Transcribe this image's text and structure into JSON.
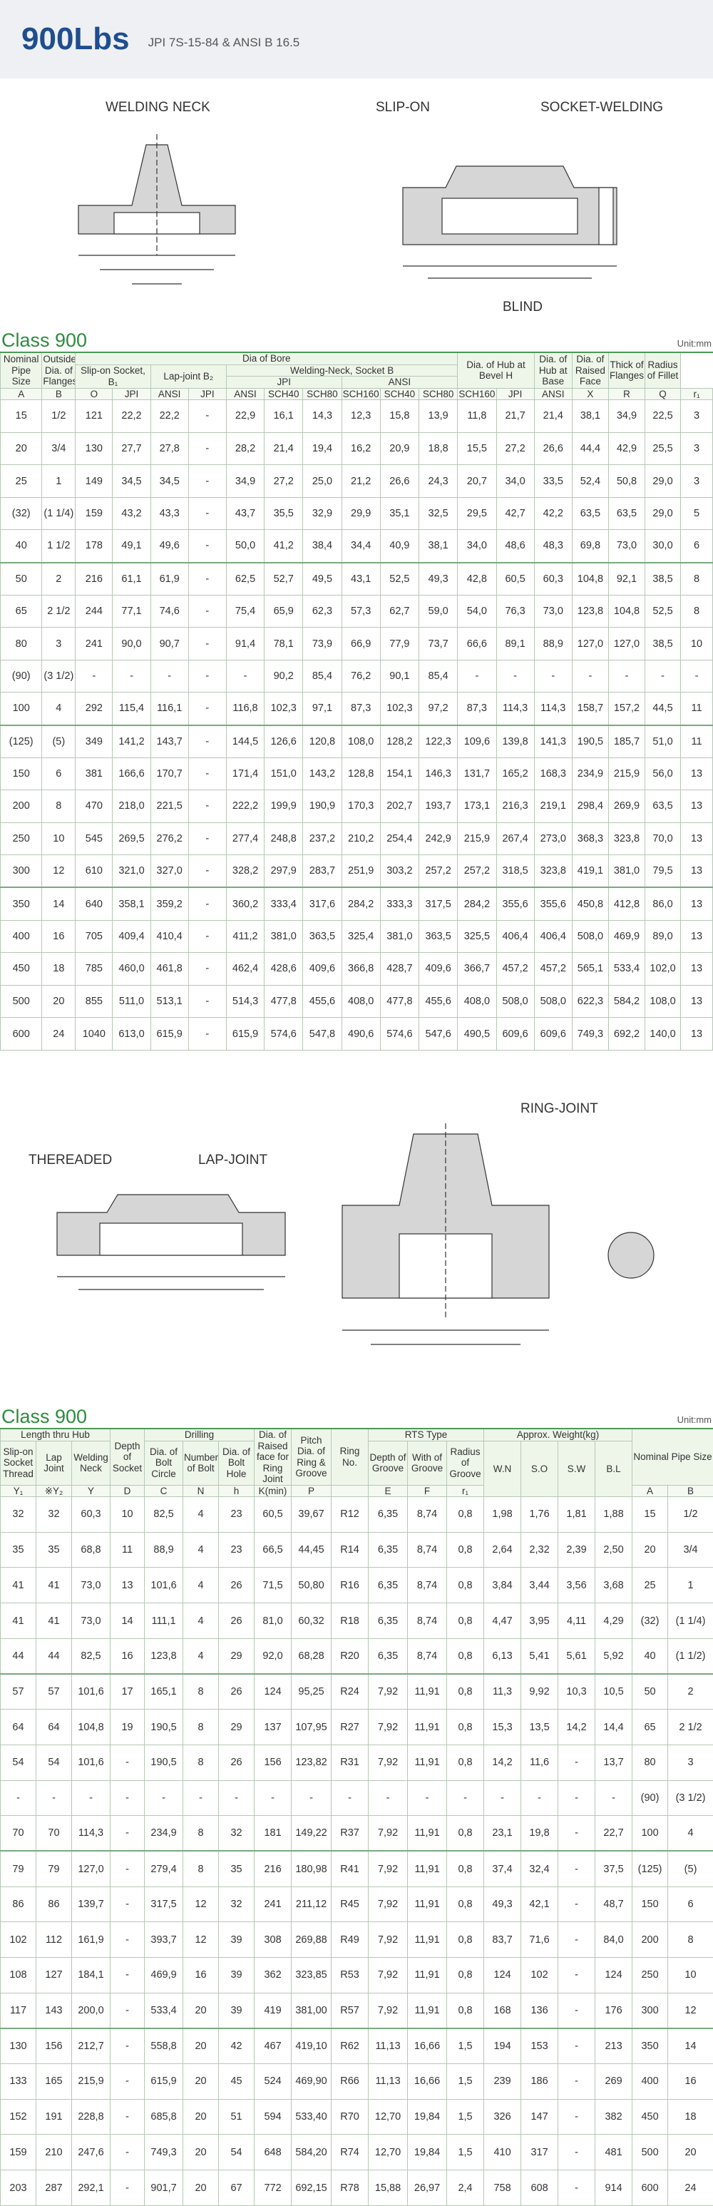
{
  "header": {
    "title": "900Lbs",
    "subtitle": "JPI 7S-15-84 & ANSI B 16.5"
  },
  "diagram1": {
    "welding_neck": "WELDING NECK",
    "slip_on": "SLIP-ON",
    "socket_welding": "SOCKET-WELDING",
    "blind": "BLIND"
  },
  "diagram2": {
    "threaded": "THEREADED",
    "lap_joint": "LAP-JOINT",
    "ring_joint": "RING-JOINT"
  },
  "table1": {
    "title": "Class 900",
    "unit": "Unit:mm",
    "h": {
      "nps": "Nominal Pipe Size",
      "od": "Outside Dia. of Flanges",
      "bore": "Dia of Bore",
      "slip": "Slip-on Socket, B₁",
      "lap": "Lap-joint B₂",
      "wn": "Welding-Neck, Socket B",
      "jpi": "JPI",
      "ansi": "ANSI",
      "sch40": "SCH40",
      "sch80": "SCH80",
      "sch160": "SCH160",
      "hubbevel": "Dia. of Hub at Bevel H",
      "hubbase": "Dia. of Hub at Base",
      "raised": "Dia. of Raised Face",
      "thick": "Thick of Flanges",
      "fillet": "Radius of Fillet"
    },
    "sym": [
      "A",
      "B",
      "O",
      "JPI",
      "ANSI",
      "JPI",
      "ANSI",
      "SCH40",
      "SCH80",
      "SCH160",
      "SCH40",
      "SCH80",
      "SCH160",
      "JPI",
      "ANSI",
      "X",
      "R",
      "Q",
      "r₁"
    ],
    "rows": [
      [
        "15",
        "1/2",
        "121",
        "22,2",
        "22,2",
        "-",
        "22,9",
        "16,1",
        "14,3",
        "12,3",
        "15,8",
        "13,9",
        "11,8",
        "21,7",
        "21,4",
        "38,1",
        "34,9",
        "22,5",
        "3"
      ],
      [
        "20",
        "3/4",
        "130",
        "27,7",
        "27,8",
        "-",
        "28,2",
        "21,4",
        "19,4",
        "16,2",
        "20,9",
        "18,8",
        "15,5",
        "27,2",
        "26,6",
        "44,4",
        "42,9",
        "25,5",
        "3"
      ],
      [
        "25",
        "1",
        "149",
        "34,5",
        "34,5",
        "-",
        "34,9",
        "27,2",
        "25,0",
        "21,2",
        "26,6",
        "24,3",
        "20,7",
        "34,0",
        "33,5",
        "52,4",
        "50,8",
        "29,0",
        "3"
      ],
      [
        "(32)",
        "(1 1/4)",
        "159",
        "43,2",
        "43,3",
        "-",
        "43,7",
        "35,5",
        "32,9",
        "29,9",
        "35,1",
        "32,5",
        "29,5",
        "42,7",
        "42,2",
        "63,5",
        "63,5",
        "29,0",
        "5"
      ],
      [
        "40",
        "1 1/2",
        "178",
        "49,1",
        "49,6",
        "-",
        "50,0",
        "41,2",
        "38,4",
        "34,4",
        "40,9",
        "38,1",
        "34,0",
        "48,6",
        "48,3",
        "69,8",
        "73,0",
        "30,0",
        "6"
      ],
      [
        "50",
        "2",
        "216",
        "61,1",
        "61,9",
        "-",
        "62,5",
        "52,7",
        "49,5",
        "43,1",
        "52,5",
        "49,3",
        "42,8",
        "60,5",
        "60,3",
        "104,8",
        "92,1",
        "38,5",
        "8"
      ],
      [
        "65",
        "2 1/2",
        "244",
        "77,1",
        "74,6",
        "-",
        "75,4",
        "65,9",
        "62,3",
        "57,3",
        "62,7",
        "59,0",
        "54,0",
        "76,3",
        "73,0",
        "123,8",
        "104,8",
        "52,5",
        "8"
      ],
      [
        "80",
        "3",
        "241",
        "90,0",
        "90,7",
        "-",
        "91,4",
        "78,1",
        "73,9",
        "66,9",
        "77,9",
        "73,7",
        "66,6",
        "89,1",
        "88,9",
        "127,0",
        "127,0",
        "38,5",
        "10"
      ],
      [
        "(90)",
        "(3 1/2)",
        "-",
        "-",
        "-",
        "-",
        "-",
        "90,2",
        "85,4",
        "76,2",
        "90,1",
        "85,4",
        "-",
        "-",
        "-",
        "-",
        "-",
        "-",
        "-"
      ],
      [
        "100",
        "4",
        "292",
        "115,4",
        "116,1",
        "-",
        "116,8",
        "102,3",
        "97,1",
        "87,3",
        "102,3",
        "97,2",
        "87,3",
        "114,3",
        "114,3",
        "158,7",
        "157,2",
        "44,5",
        "11"
      ],
      [
        "(125)",
        "(5)",
        "349",
        "141,2",
        "143,7",
        "-",
        "144,5",
        "126,6",
        "120,8",
        "108,0",
        "128,2",
        "122,3",
        "109,6",
        "139,8",
        "141,3",
        "190,5",
        "185,7",
        "51,0",
        "11"
      ],
      [
        "150",
        "6",
        "381",
        "166,6",
        "170,7",
        "-",
        "171,4",
        "151,0",
        "143,2",
        "128,8",
        "154,1",
        "146,3",
        "131,7",
        "165,2",
        "168,3",
        "234,9",
        "215,9",
        "56,0",
        "13"
      ],
      [
        "200",
        "8",
        "470",
        "218,0",
        "221,5",
        "-",
        "222,2",
        "199,9",
        "190,9",
        "170,3",
        "202,7",
        "193,7",
        "173,1",
        "216,3",
        "219,1",
        "298,4",
        "269,9",
        "63,5",
        "13"
      ],
      [
        "250",
        "10",
        "545",
        "269,5",
        "276,2",
        "-",
        "277,4",
        "248,8",
        "237,2",
        "210,2",
        "254,4",
        "242,9",
        "215,9",
        "267,4",
        "273,0",
        "368,3",
        "323,8",
        "70,0",
        "13"
      ],
      [
        "300",
        "12",
        "610",
        "321,0",
        "327,0",
        "-",
        "328,2",
        "297,9",
        "283,7",
        "251,9",
        "303,2",
        "257,2",
        "257,2",
        "318,5",
        "323,8",
        "419,1",
        "381,0",
        "79,5",
        "13"
      ],
      [
        "350",
        "14",
        "640",
        "358,1",
        "359,2",
        "-",
        "360,2",
        "333,4",
        "317,6",
        "284,2",
        "333,3",
        "317,5",
        "284,2",
        "355,6",
        "355,6",
        "450,8",
        "412,8",
        "86,0",
        "13"
      ],
      [
        "400",
        "16",
        "705",
        "409,4",
        "410,4",
        "-",
        "411,2",
        "381,0",
        "363,5",
        "325,4",
        "381,0",
        "363,5",
        "325,5",
        "406,4",
        "406,4",
        "508,0",
        "469,9",
        "89,0",
        "13"
      ],
      [
        "450",
        "18",
        "785",
        "460,0",
        "461,8",
        "-",
        "462,4",
        "428,6",
        "409,6",
        "366,8",
        "428,7",
        "409,6",
        "366,7",
        "457,2",
        "457,2",
        "565,1",
        "533,4",
        "102,0",
        "13"
      ],
      [
        "500",
        "20",
        "855",
        "511,0",
        "513,1",
        "-",
        "514,3",
        "477,8",
        "455,6",
        "408,0",
        "477,8",
        "455,6",
        "408,0",
        "508,0",
        "508,0",
        "622,3",
        "584,2",
        "108,0",
        "13"
      ],
      [
        "600",
        "24",
        "1040",
        "613,0",
        "615,9",
        "-",
        "615,9",
        "574,6",
        "547,8",
        "490,6",
        "574,6",
        "547,6",
        "490,5",
        "609,6",
        "609,6",
        "749,3",
        "692,2",
        "140,0",
        "13"
      ]
    ]
  },
  "table2": {
    "title": "Class 900",
    "unit": "Unit:mm",
    "h": {
      "len": "Length thru Hub",
      "sos": "Slip-on Socket Thread",
      "lap": "Lap Joint",
      "wn": "Welding Neck",
      "depth": "Depth of Socket",
      "drill": "Drilling",
      "bc": "Dia. of Bolt Circle",
      "nb": "Number of Bolt",
      "bh": "Dia. of Bolt Hole",
      "rf": "Dia. of Raised face for Ring Joint",
      "pitch": "Pitch Dia. of Ring & Groove",
      "ring": "Ring No.",
      "rts": "RTS Type",
      "dg": "Depth of Groove",
      "wg": "With of Groove",
      "rg": "Radius of Groove",
      "wt": "Approx. Weight(kg)",
      "wnc": "W.N",
      "so": "S.O",
      "sw": "S.W",
      "bl": "B.L",
      "nps": "Nominal Pipe Size"
    },
    "sym": [
      "Y₁",
      "※Y₂",
      "Y",
      "D",
      "C",
      "N",
      "h",
      "K(min)",
      "P",
      "",
      "E",
      "F",
      "r₁",
      "",
      "",
      "",
      "",
      "A",
      "B"
    ],
    "rows": [
      [
        "32",
        "32",
        "60,3",
        "10",
        "82,5",
        "4",
        "23",
        "60,5",
        "39,67",
        "R12",
        "6,35",
        "8,74",
        "0,8",
        "1,98",
        "1,76",
        "1,81",
        "1,88",
        "15",
        "1/2"
      ],
      [
        "35",
        "35",
        "68,8",
        "11",
        "88,9",
        "4",
        "23",
        "66,5",
        "44,45",
        "R14",
        "6,35",
        "8,74",
        "0,8",
        "2,64",
        "2,32",
        "2,39",
        "2,50",
        "20",
        "3/4"
      ],
      [
        "41",
        "41",
        "73,0",
        "13",
        "101,6",
        "4",
        "26",
        "71,5",
        "50,80",
        "R16",
        "6,35",
        "8,74",
        "0,8",
        "3,84",
        "3,44",
        "3,56",
        "3,68",
        "25",
        "1"
      ],
      [
        "41",
        "41",
        "73,0",
        "14",
        "111,1",
        "4",
        "26",
        "81,0",
        "60,32",
        "R18",
        "6,35",
        "8,74",
        "0,8",
        "4,47",
        "3,95",
        "4,11",
        "4,29",
        "(32)",
        "(1 1/4)"
      ],
      [
        "44",
        "44",
        "82,5",
        "16",
        "123,8",
        "4",
        "29",
        "92,0",
        "68,28",
        "R20",
        "6,35",
        "8,74",
        "0,8",
        "6,13",
        "5,41",
        "5,61",
        "5,92",
        "40",
        "(1 1/2)"
      ],
      [
        "57",
        "57",
        "101,6",
        "17",
        "165,1",
        "8",
        "26",
        "124",
        "95,25",
        "R24",
        "7,92",
        "11,91",
        "0,8",
        "11,3",
        "9,92",
        "10,3",
        "10,5",
        "50",
        "2"
      ],
      [
        "64",
        "64",
        "104,8",
        "19",
        "190,5",
        "8",
        "29",
        "137",
        "107,95",
        "R27",
        "7,92",
        "11,91",
        "0,8",
        "15,3",
        "13,5",
        "14,2",
        "14,4",
        "65",
        "2 1/2"
      ],
      [
        "54",
        "54",
        "101,6",
        "-",
        "190,5",
        "8",
        "26",
        "156",
        "123,82",
        "R31",
        "7,92",
        "11,91",
        "0,8",
        "14,2",
        "11,6",
        "-",
        "13,7",
        "80",
        "3"
      ],
      [
        "-",
        "-",
        "-",
        "-",
        "-",
        "-",
        "-",
        "-",
        "-",
        "-",
        "-",
        "-",
        "-",
        "-",
        "-",
        "-",
        "-",
        "(90)",
        "(3 1/2)"
      ],
      [
        "70",
        "70",
        "114,3",
        "-",
        "234,9",
        "8",
        "32",
        "181",
        "149,22",
        "R37",
        "7,92",
        "11,91",
        "0,8",
        "23,1",
        "19,8",
        "-",
        "22,7",
        "100",
        "4"
      ],
      [
        "79",
        "79",
        "127,0",
        "-",
        "279,4",
        "8",
        "35",
        "216",
        "180,98",
        "R41",
        "7,92",
        "11,91",
        "0,8",
        "37,4",
        "32,4",
        "-",
        "37,5",
        "(125)",
        "(5)"
      ],
      [
        "86",
        "86",
        "139,7",
        "-",
        "317,5",
        "12",
        "32",
        "241",
        "211,12",
        "R45",
        "7,92",
        "11,91",
        "0,8",
        "49,3",
        "42,1",
        "-",
        "48,7",
        "150",
        "6"
      ],
      [
        "102",
        "112",
        "161,9",
        "-",
        "393,7",
        "12",
        "39",
        "308",
        "269,88",
        "R49",
        "7,92",
        "11,91",
        "0,8",
        "83,7",
        "71,6",
        "-",
        "84,0",
        "200",
        "8"
      ],
      [
        "108",
        "127",
        "184,1",
        "-",
        "469,9",
        "16",
        "39",
        "362",
        "323,85",
        "R53",
        "7,92",
        "11,91",
        "0,8",
        "124",
        "102",
        "-",
        "124",
        "250",
        "10"
      ],
      [
        "117",
        "143",
        "200,0",
        "-",
        "533,4",
        "20",
        "39",
        "419",
        "381,00",
        "R57",
        "7,92",
        "11,91",
        "0,8",
        "168",
        "136",
        "-",
        "176",
        "300",
        "12"
      ],
      [
        "130",
        "156",
        "212,7",
        "-",
        "558,8",
        "20",
        "42",
        "467",
        "419,10",
        "R62",
        "11,13",
        "16,66",
        "1,5",
        "194",
        "153",
        "-",
        "213",
        "350",
        "14"
      ],
      [
        "133",
        "165",
        "215,9",
        "-",
        "615,9",
        "20",
        "45",
        "524",
        "469,90",
        "R66",
        "11,13",
        "16,66",
        "1,5",
        "239",
        "186",
        "-",
        "269",
        "400",
        "16"
      ],
      [
        "152",
        "191",
        "228,8",
        "-",
        "685,8",
        "20",
        "51",
        "594",
        "533,40",
        "R70",
        "12,70",
        "19,84",
        "1,5",
        "326",
        "147",
        "-",
        "382",
        "450",
        "18"
      ],
      [
        "159",
        "210",
        "247,6",
        "-",
        "749,3",
        "20",
        "54",
        "648",
        "584,20",
        "R74",
        "12,70",
        "19,84",
        "1,5",
        "410",
        "317",
        "-",
        "481",
        "500",
        "20"
      ],
      [
        "203",
        "287",
        "292,1",
        "-",
        "901,7",
        "20",
        "67",
        "772",
        "692,15",
        "R78",
        "15,88",
        "26,97",
        "2,4",
        "758",
        "608",
        "-",
        "914",
        "600",
        "24"
      ]
    ]
  }
}
